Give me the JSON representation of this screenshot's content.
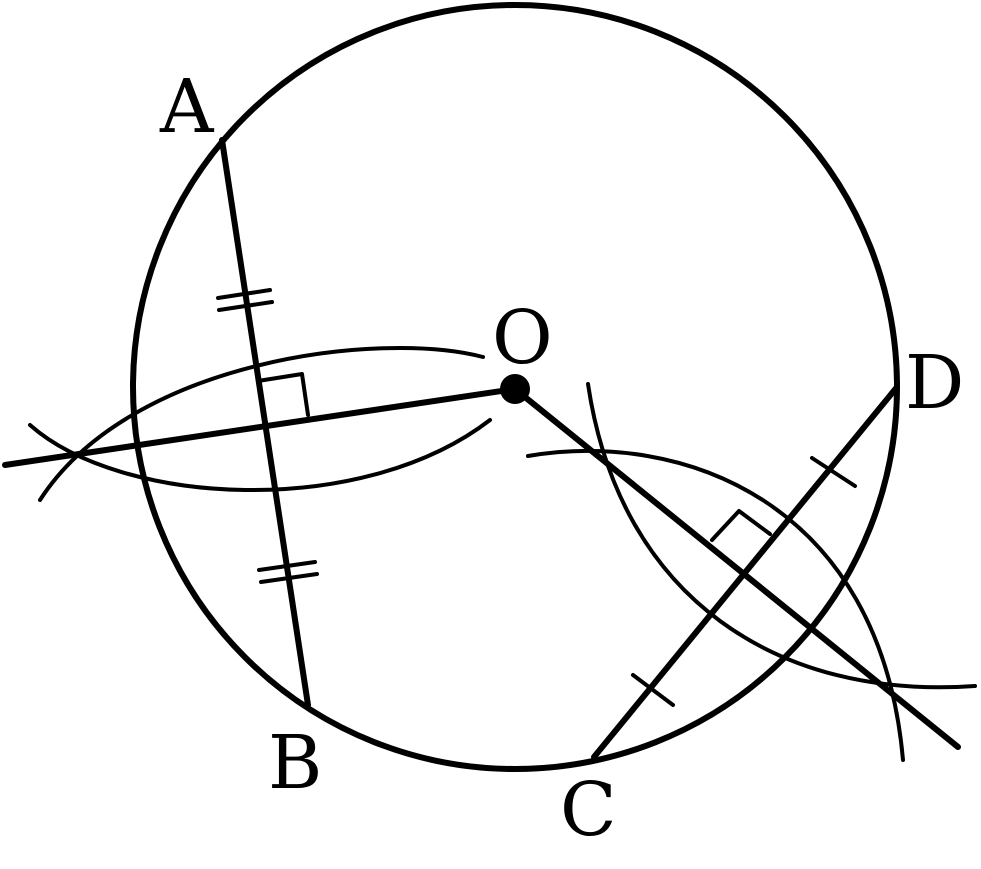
{
  "labels": {
    "a": "A",
    "b": "B",
    "c": "C",
    "d": "D",
    "o": "O"
  }
}
